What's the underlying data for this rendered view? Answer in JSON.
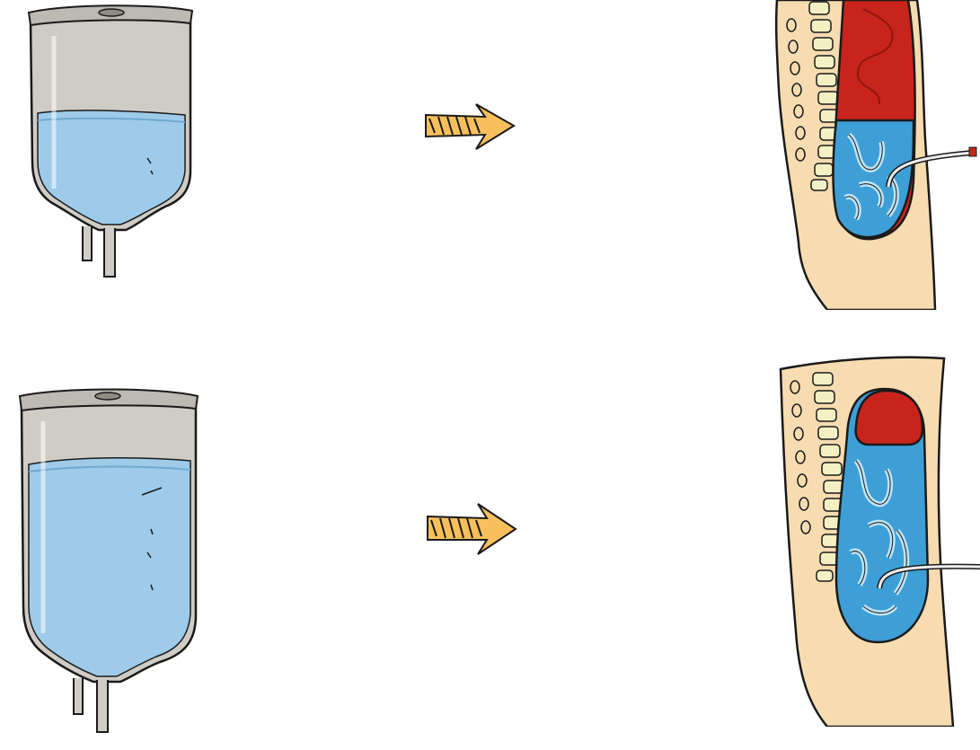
{
  "diagram": {
    "rows": [
      {
        "id": "small-fill-volume",
        "bag_fill_level": 0.58,
        "abdomen_fluid_level": 0.5
      },
      {
        "id": "large-fill-volume",
        "bag_fill_level": 0.78,
        "abdomen_fluid_level": 0.72
      }
    ],
    "colors": {
      "fluid": "#9ecbe9",
      "fluid_dark": "#3d9fd6",
      "organs": "#c8241c",
      "skin": "#f6dcb0",
      "spine": "#f4f0c4",
      "bag_shell": "#c9c6c0",
      "arrow": "#f7c05c",
      "outline": "#1a1a1a"
    }
  }
}
